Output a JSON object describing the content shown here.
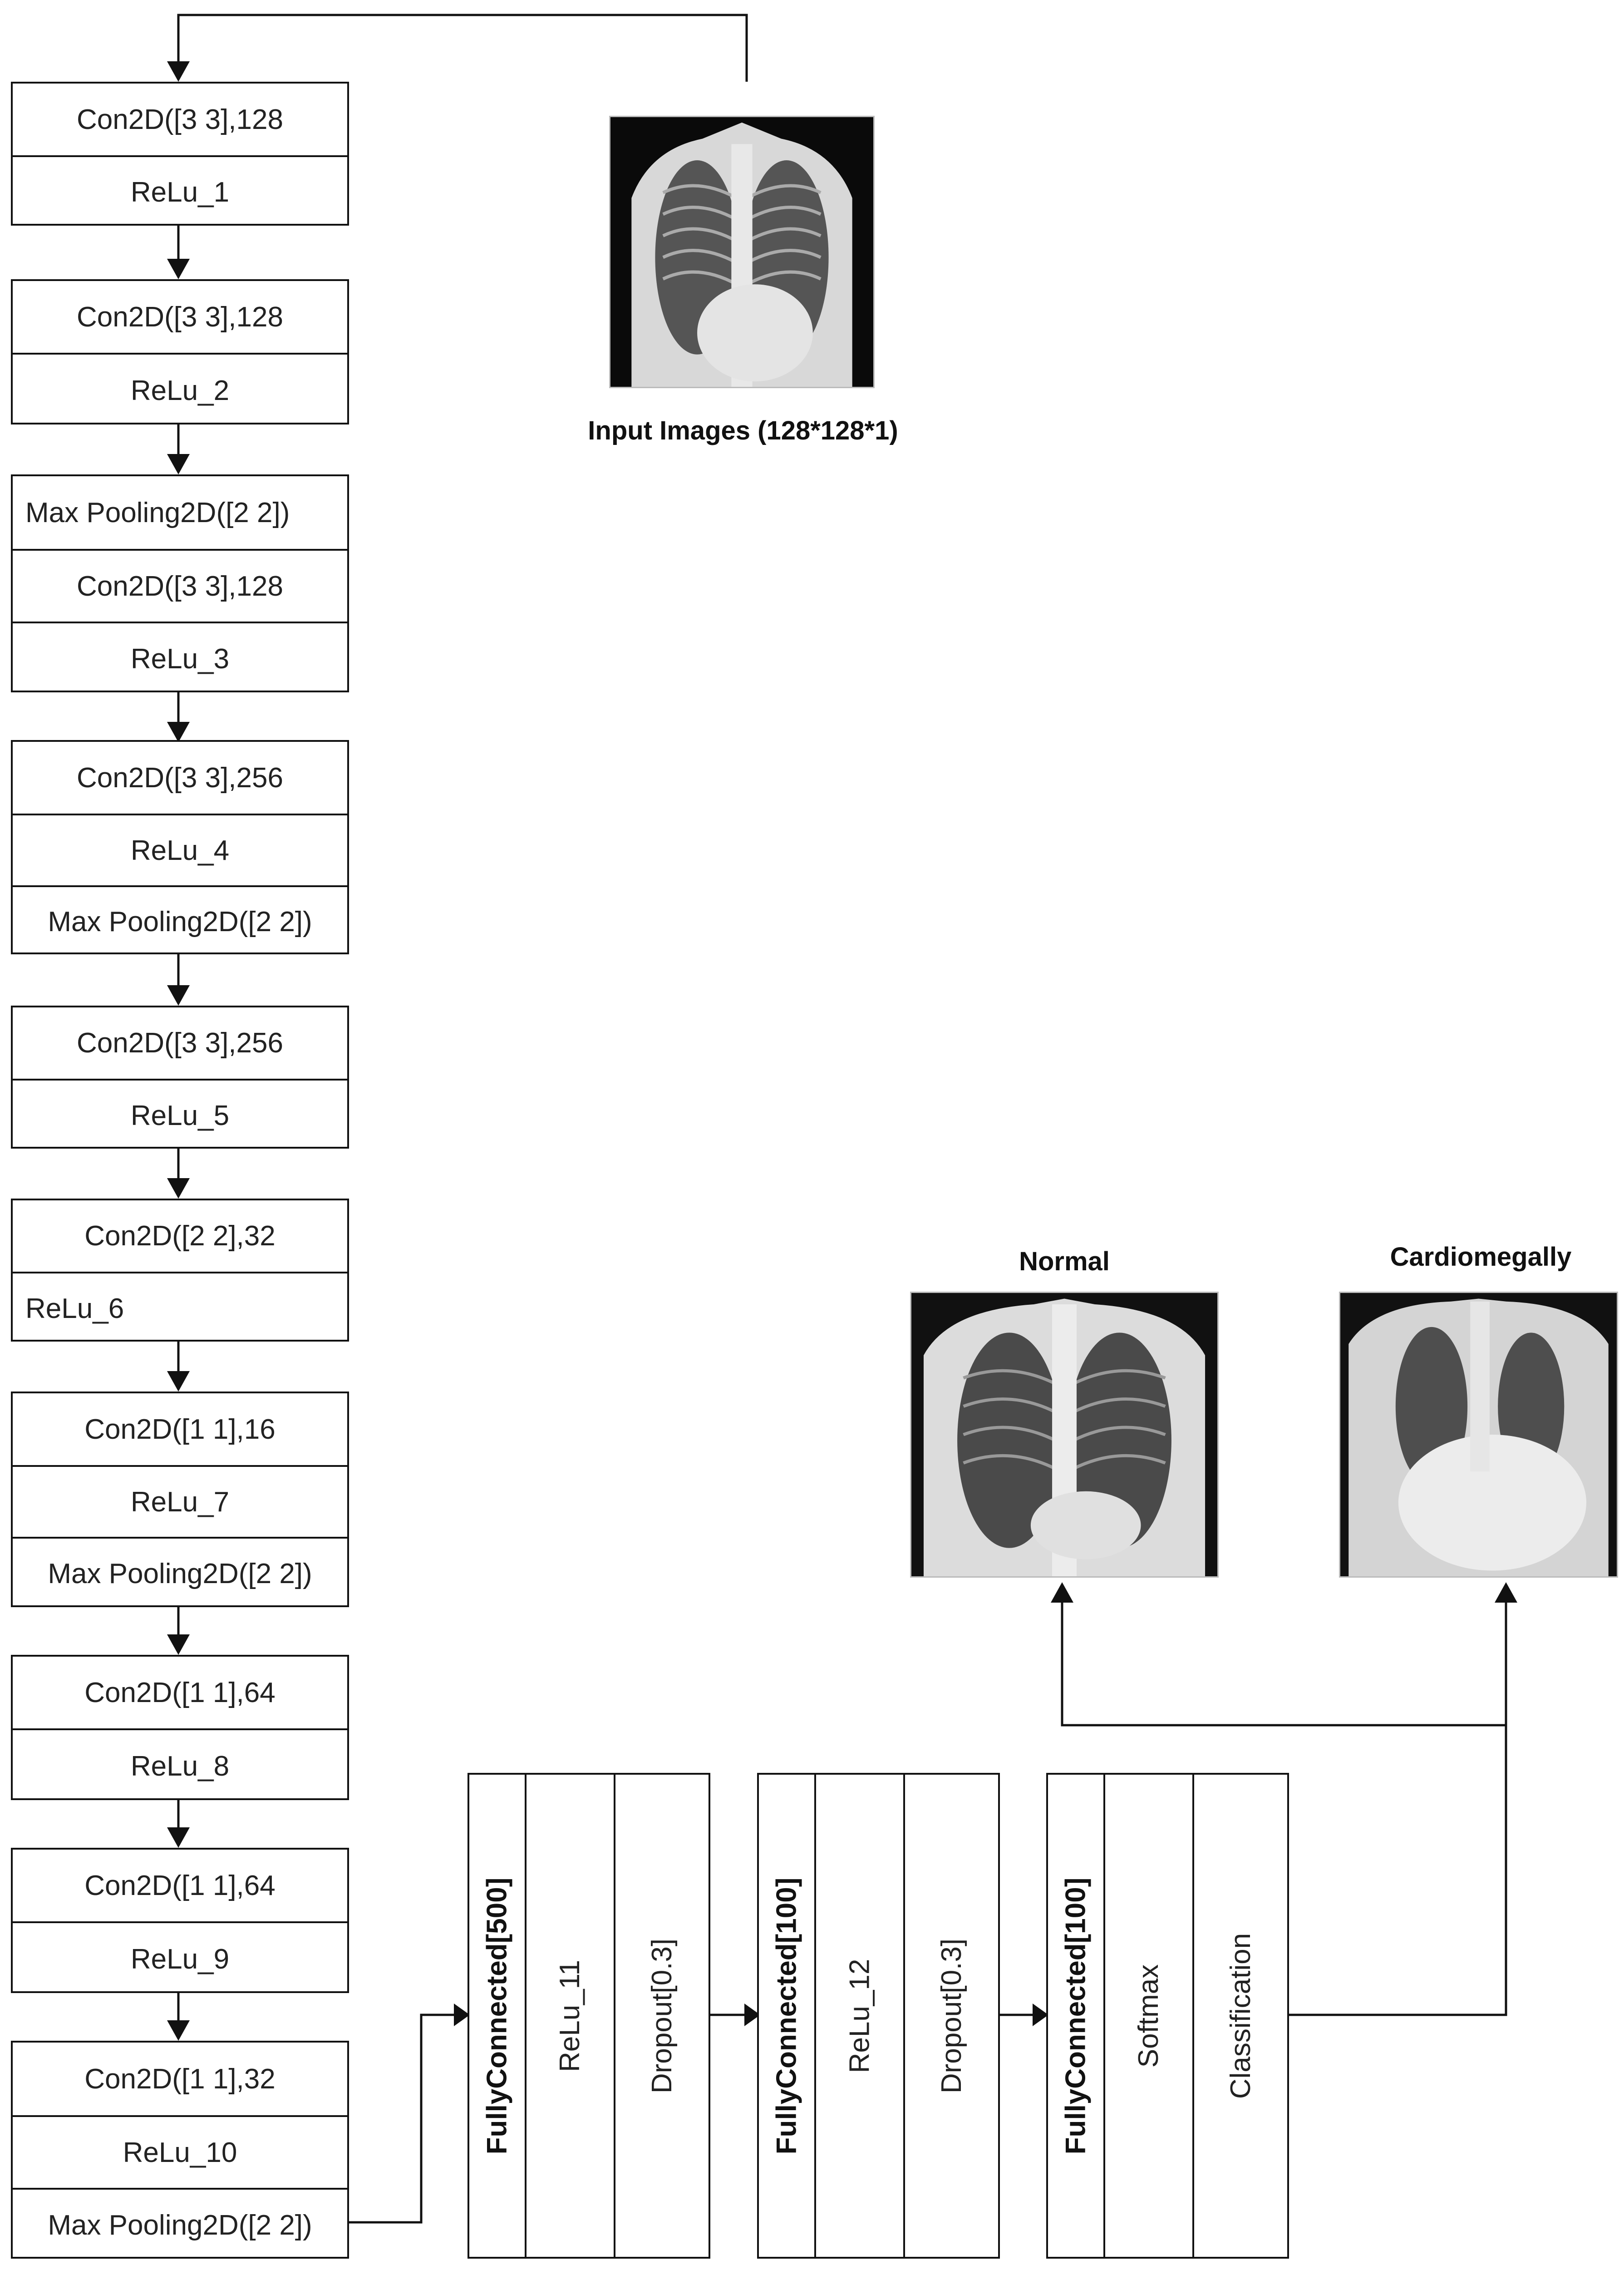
{
  "input": {
    "caption": "Input Images (128*128*1)"
  },
  "outputs": {
    "normal_caption": "Normal",
    "cardiomegaly_caption": "Cardiomegally"
  },
  "conv_blocks": [
    {
      "cells": [
        "Con2D([3 3],128",
        "ReLu_1"
      ]
    },
    {
      "cells": [
        "Con2D([3 3],128",
        "ReLu_2"
      ]
    },
    {
      "cells": [
        "Max Pooling2D([2 2])",
        "Con2D([3 3],128",
        "ReLu_3"
      ]
    },
    {
      "cells": [
        "Con2D([3 3],256",
        "ReLu_4",
        "Max Pooling2D([2 2])"
      ]
    },
    {
      "cells": [
        "Con2D([3 3],256",
        "ReLu_5"
      ]
    },
    {
      "cells": [
        "Con2D([2 2],32",
        "ReLu_6"
      ]
    },
    {
      "cells": [
        "Con2D([1 1],16",
        "ReLu_7",
        "Max Pooling2D([2 2])"
      ]
    },
    {
      "cells": [
        "Con2D([1 1],64",
        "ReLu_8"
      ]
    },
    {
      "cells": [
        "Con2D([1 1],64",
        "ReLu_9"
      ]
    },
    {
      "cells": [
        "Con2D([1 1],32",
        "ReLu_10",
        "Max Pooling2D([2 2])"
      ]
    }
  ],
  "fc_blocks": [
    {
      "cells": [
        "FullyConnected[500]",
        "ReLu_11",
        "Dropout[0.3]"
      ]
    },
    {
      "cells": [
        "FullyConnected[100]",
        "ReLu_12",
        "Dropout[0.3]"
      ]
    },
    {
      "cells": [
        "FullyConnected[100]",
        "Softmax",
        "Classification"
      ]
    }
  ]
}
